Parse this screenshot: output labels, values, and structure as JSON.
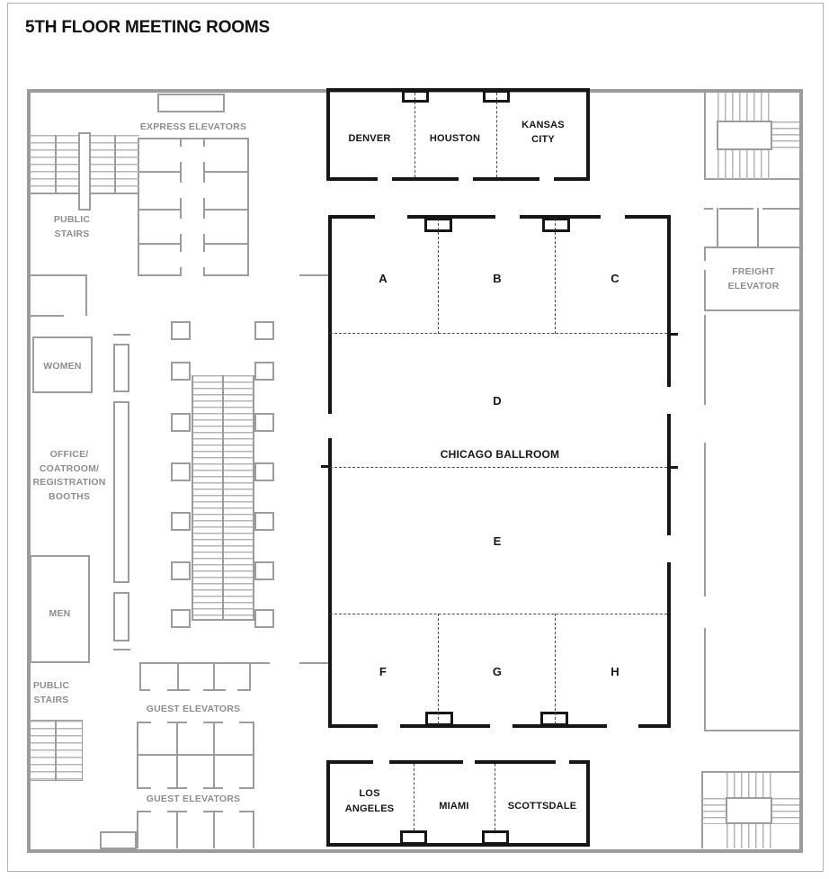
{
  "title": "5TH FLOOR MEETING ROOMS",
  "colors": {
    "wall": "#9c9c9c",
    "tread": "#b4b4b4",
    "label_gray": "#8d8d8d",
    "black": "#161616",
    "bg": "#ffffff"
  },
  "rooms": {
    "top": [
      {
        "label": "DENVER"
      },
      {
        "label": "HOUSTON"
      },
      {
        "label": "KANSAS\nCITY"
      }
    ],
    "bottom": [
      {
        "label": "LOS\nANGELES"
      },
      {
        "label": "MIAMI"
      },
      {
        "label": "SCOTTSDALE"
      }
    ],
    "ballroom": {
      "name": "CHICAGO BALLROOM",
      "sections": [
        "A",
        "B",
        "C",
        "D",
        "E",
        "F",
        "G",
        "H"
      ]
    }
  },
  "facilities": {
    "express_elevators": "EXPRESS ELEVATORS",
    "public_stairs_top": "PUBLIC\nSTAIRS",
    "women": "WOMEN",
    "office": "OFFICE/\nCOATROOM/\nREGISTRATION\nBOOTHS",
    "men": "MEN",
    "public_stairs_bottom": "PUBLIC\nSTAIRS",
    "guest_elevators_upper": "GUEST ELEVATORS",
    "guest_elevators_lower": "GUEST ELEVATORS",
    "freight_elevator": "FREIGHT\nELEVATOR"
  }
}
